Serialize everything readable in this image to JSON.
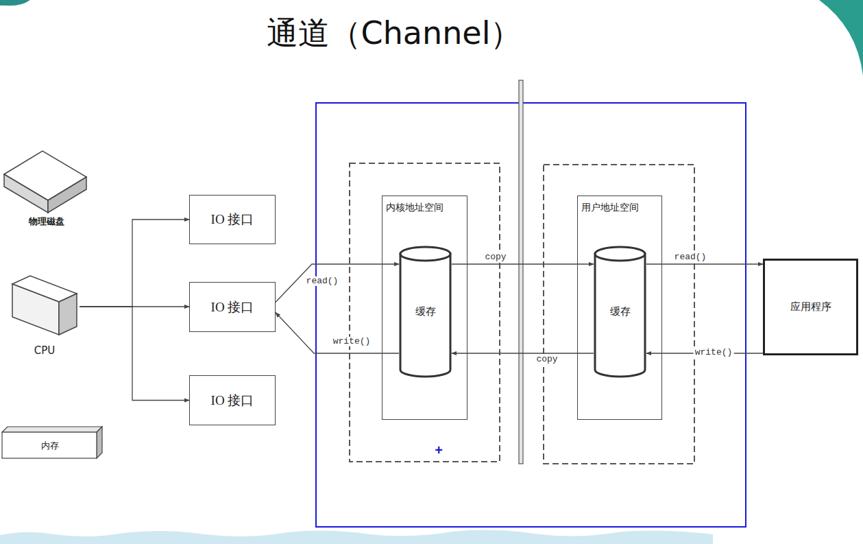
{
  "diagram": {
    "title": "通道（Channel）",
    "nodes": [
      {
        "text": [
          "物理磁盘"
        ]
      },
      {
        "text": [
          "CPU"
        ]
      },
      {
        "text": [
          "内存"
        ]
      },
      {
        "text": [
          "IO 接口"
        ]
      },
      {
        "text": [
          "IO 接口"
        ]
      },
      {
        "text": [
          "IO 接口"
        ]
      },
      {
        "text": [
          "内核地址空间"
        ]
      },
      {
        "text": [
          "缓存"
        ],
        "in": 6
      },
      {
        "text": [
          "用户地址空间"
        ]
      },
      {
        "text": [
          "缓存"
        ],
        "in": 8
      },
      {
        "text": [
          "应用程序"
        ]
      }
    ],
    "edges": [
      {
        "from": 1,
        "to": 3,
        "arrow": "to"
      },
      {
        "from": 1,
        "to": 4,
        "arrow": "to"
      },
      {
        "from": 1,
        "to": 5,
        "arrow": "to"
      },
      {
        "from": 4,
        "to": 7,
        "label": "read()",
        "arrow": "to"
      },
      {
        "from": 7,
        "to": 9,
        "label": "copy",
        "arrow": "to"
      },
      {
        "from": 9,
        "to": 10,
        "label": "read()",
        "arrow": "to"
      },
      {
        "from": 10,
        "to": 9,
        "label": "write()",
        "arrow": "to"
      },
      {
        "from": 9,
        "to": 7,
        "label": "copy",
        "arrow": "to"
      },
      {
        "from": 7,
        "to": 4,
        "label": "write()",
        "arrow": "to"
      }
    ],
    "labels": [
      "+"
    ]
  }
}
